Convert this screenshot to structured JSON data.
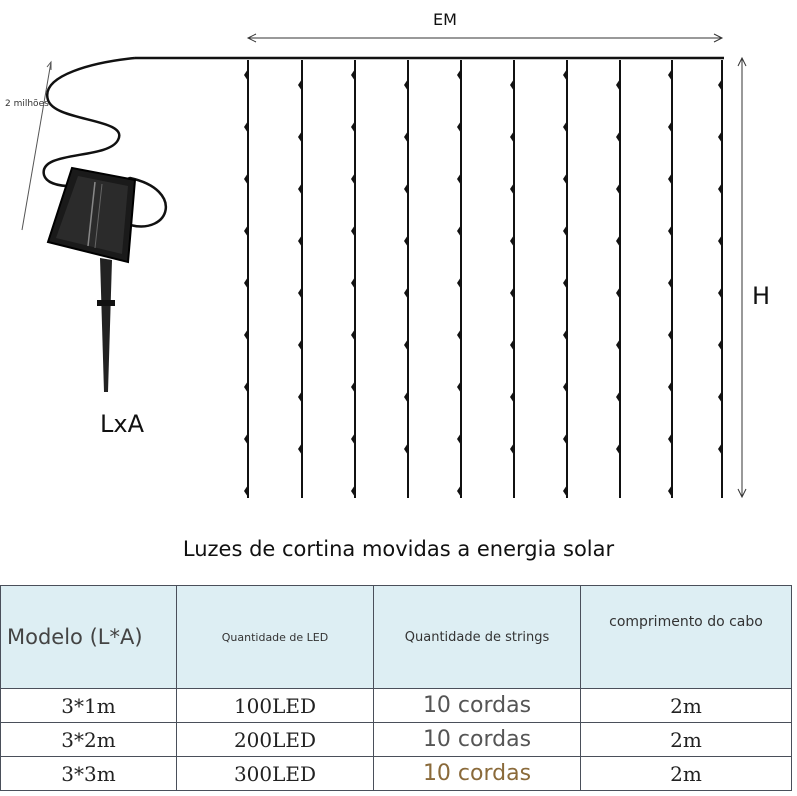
{
  "labels": {
    "width": "EM",
    "height": "H",
    "panel": "LxA",
    "cable": "2 milhões"
  },
  "caption": "Luzes de cortina movidas a energia solar",
  "table": {
    "headers": [
      "Modelo (L*A)",
      "Quantidade de LED",
      "Quantidade de strings",
      "comprimento do cabo"
    ],
    "rows": [
      [
        "3*1m",
        "100LED",
        "10 cordas",
        "2m"
      ],
      [
        "3*2m",
        "200LED",
        "10 cordas",
        "2m"
      ],
      [
        "3*3m",
        "300LED",
        "10 cordas",
        "2m"
      ]
    ]
  },
  "colors": {
    "header_bg": "#ddeef3",
    "strings_row3": "#8a6a3a"
  }
}
